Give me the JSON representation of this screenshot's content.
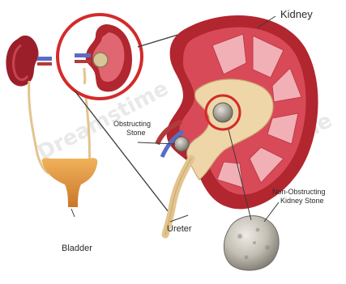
{
  "labels": {
    "kidney": "Kidney",
    "obstructing_stone_line1": "Obstructing",
    "obstructing_stone_line2": "Stone",
    "non_obstructing_line1": "Non-Obstructing",
    "non_obstructing_line2": "Kidney Stone",
    "ureter": "Ureter",
    "bladder": "Bladder"
  },
  "watermark": "Dreamstime",
  "colors": {
    "kidney_outer": "#b2262f",
    "kidney_cortex": "#d94a58",
    "kidney_medulla": "#f0b0b6",
    "pelvis": "#eed6a8",
    "ureter": "#e3c48f",
    "bladder": "#e69a3c",
    "stone": "#b9b4aa",
    "highlight_ring": "#d42a2a",
    "leader_line": "#3a3a3a"
  }
}
